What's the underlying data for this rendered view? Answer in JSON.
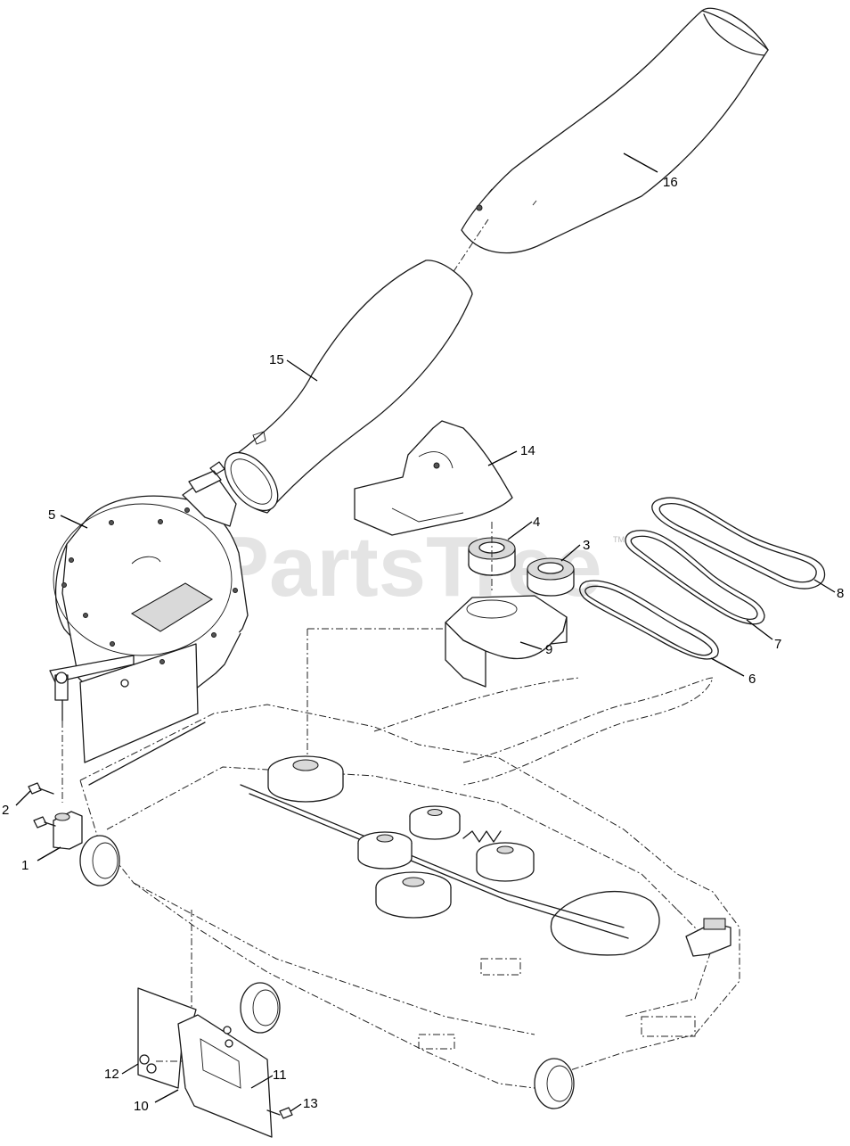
{
  "watermark": {
    "text": "PartsTree",
    "trademark": "TM"
  },
  "callouts": [
    {
      "id": "1",
      "label": "1"
    },
    {
      "id": "2",
      "label": "2"
    },
    {
      "id": "3",
      "label": "3"
    },
    {
      "id": "4",
      "label": "4"
    },
    {
      "id": "5",
      "label": "5"
    },
    {
      "id": "6",
      "label": "6"
    },
    {
      "id": "7",
      "label": "7"
    },
    {
      "id": "8",
      "label": "8"
    },
    {
      "id": "9",
      "label": "9"
    },
    {
      "id": "10",
      "label": "10"
    },
    {
      "id": "11",
      "label": "11"
    },
    {
      "id": "12",
      "label": "12"
    },
    {
      "id": "13",
      "label": "13"
    },
    {
      "id": "14",
      "label": "14"
    },
    {
      "id": "15",
      "label": "15"
    },
    {
      "id": "16",
      "label": "16"
    }
  ]
}
